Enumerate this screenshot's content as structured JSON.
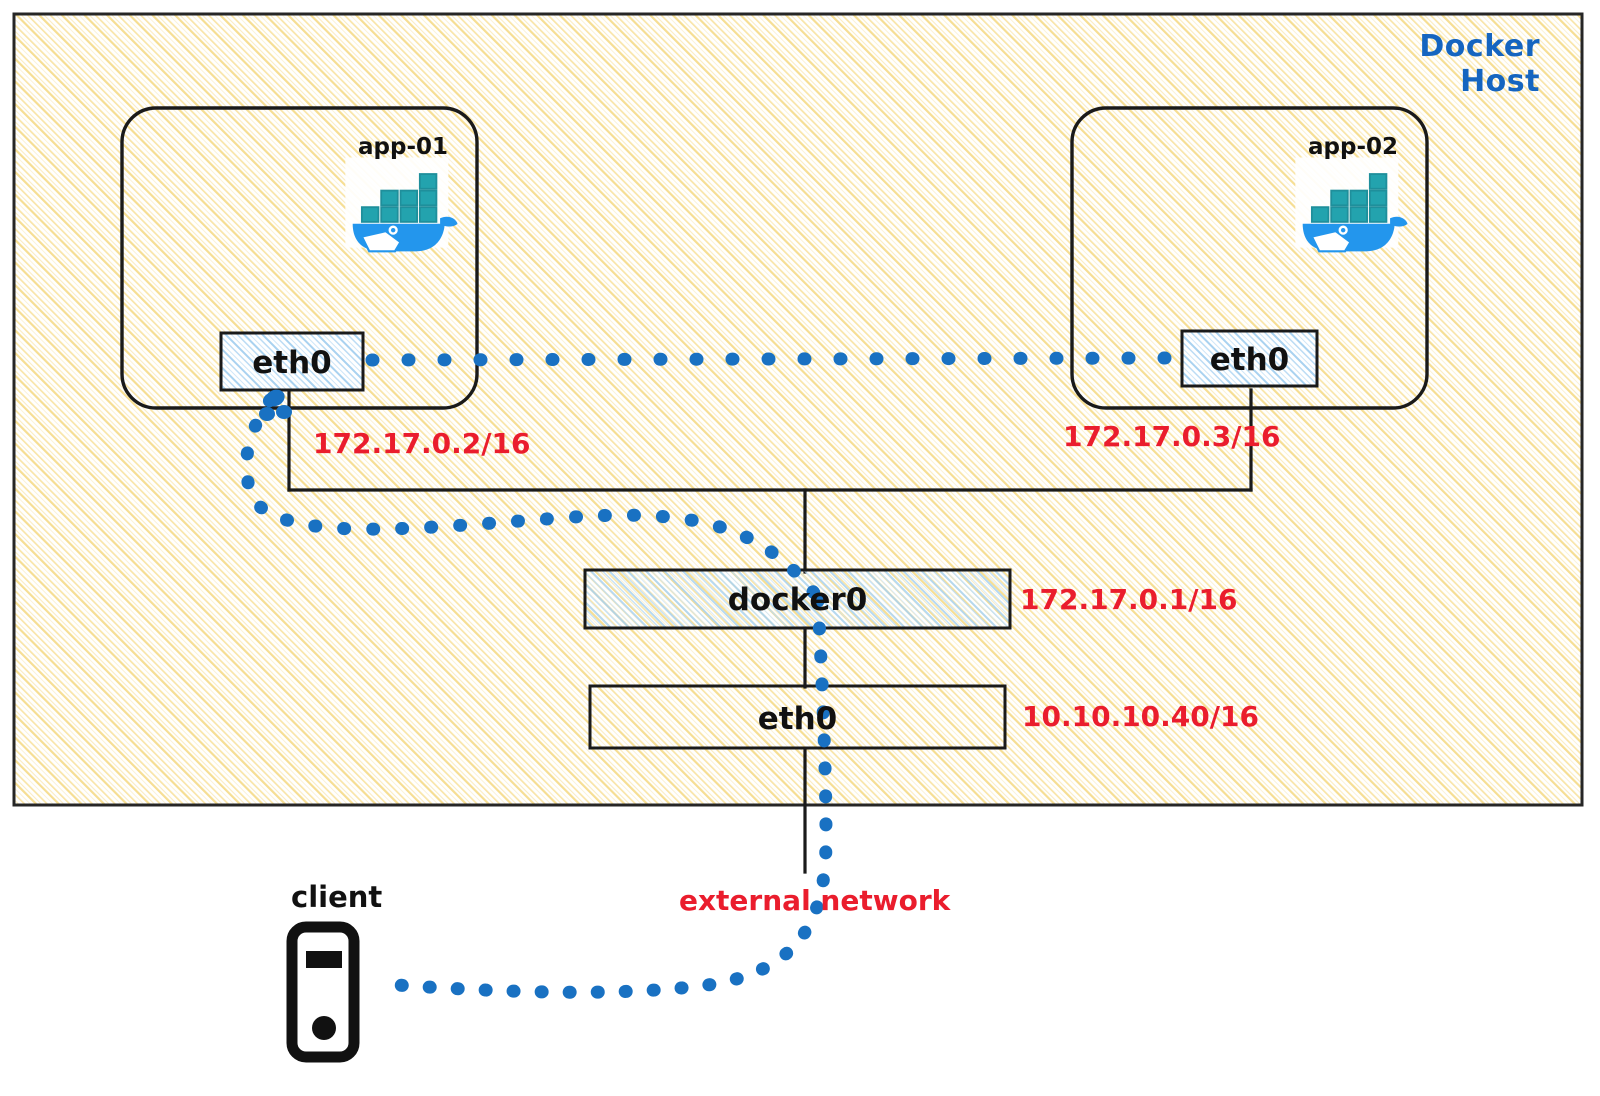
{
  "diagram": {
    "title": "Docker Host",
    "host_label": "Docker Host",
    "host_label_color": "#1565C0",
    "background_stripe_color": "#F8E08E",
    "accent_red": "#EA1D2D",
    "accent_blue": "#1971C2",
    "line_color": "#1A1A1A",
    "iface_stripe_color": "#AED4F0"
  },
  "containers": [
    {
      "name": "app-01",
      "icon": "docker-whale-icon",
      "interface": {
        "label": "eth0",
        "ip": "172.17.0.2/16"
      }
    },
    {
      "name": "app-02",
      "icon": "docker-whale-icon",
      "interface": {
        "label": "eth0",
        "ip": "172.17.0.3/16"
      }
    }
  ],
  "bridge": {
    "label": "docker0",
    "ip": "172.17.0.1/16"
  },
  "host_interface": {
    "label": "eth0",
    "ip": "10.10.10.40/16"
  },
  "client": {
    "label": "client",
    "icon": "pc-tower-icon"
  },
  "external": {
    "label": "external network",
    "color": "#EA1D2D"
  }
}
